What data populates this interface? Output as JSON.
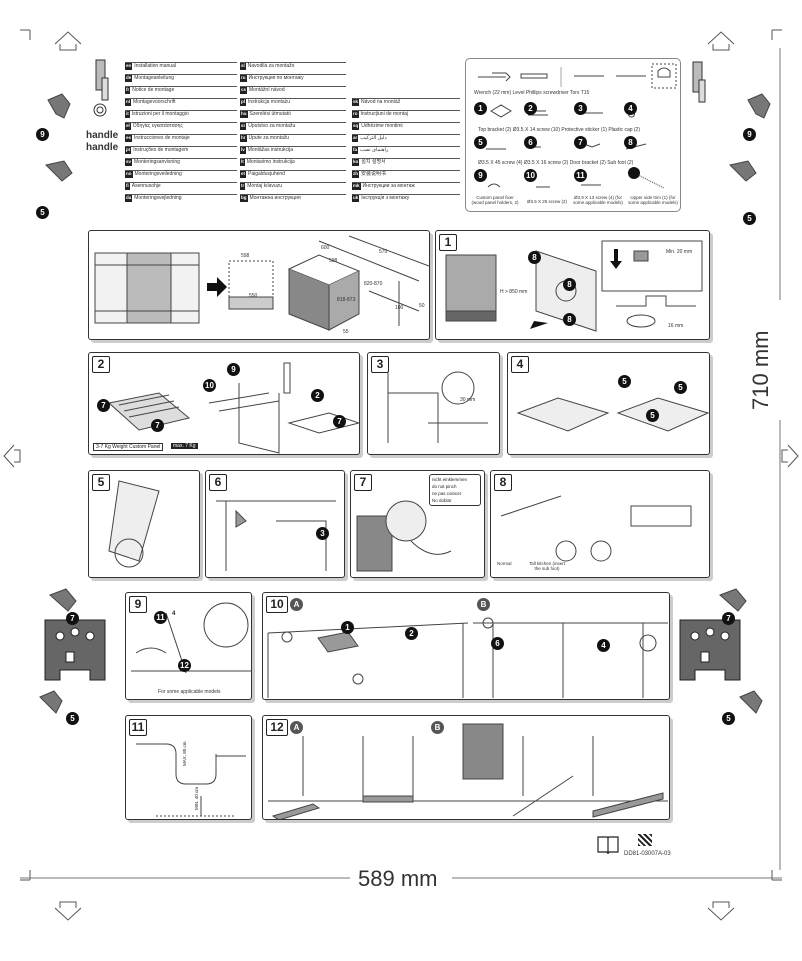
{
  "brand_label": "handlehandle",
  "languages": {
    "col1": [
      "Installation manual",
      "Montageanleitung",
      "Notice de montage",
      "Montagevoorschrift",
      "Istruzioni per il montaggio",
      "Οδηγίες εγκατάστασης",
      "Instrucciones de montaje",
      "Instruções de montagem",
      "Monteringsanvisning",
      "Monteringsveiledning",
      "Asennusohje",
      "Monteringsvejledning"
    ],
    "col2": [
      "Navodila za montažo",
      "Инструкция по монтажу",
      "Montážní návod",
      "Instrukcja montażu",
      "Szerelési útmutató",
      "Uputstvo za montažu",
      "Upute za montažu",
      "Montāžas instrukcija",
      "Montavimo instrukcija",
      "Paigaldusjuhend",
      "Montaj kılavuzu",
      "Монтажна инструкция"
    ],
    "col3": [
      "Návod na montáž",
      "Instrucțiuni de montaj",
      "Udhëzime montimi",
      "دليل التركيب",
      "راهنمای نصب",
      "설치 설명서",
      "安装说明书",
      "Инструкции за монтаж",
      "Інструкція з монтажу"
    ]
  },
  "parts": {
    "tools_caption": "Wrench (22 mm) Level Phillips screwdriver Torx T15",
    "row1_caption": "Top bracket (2) Ø3.5 X 14 screw (10) Protective sticker (1) Plastic cap (2)",
    "row2_caption": "Ø3.5 X 45 screw (4) Ø3.5 X 16 screw (2) Door bracket (2) Sub foot (2)",
    "items": [
      {
        "num": "9",
        "label": "Custom panel fixer (wood panel holders, 2)"
      },
      {
        "num": "10",
        "label": "Ø3.5 X 25 screw (2)"
      },
      {
        "num": "11",
        "label": "Ø3.9 X 13 screw (4) (for some applicable models)"
      },
      {
        "num": "",
        "label": "Upper side trim (1) (for some applicable models)"
      }
    ],
    "numbers": [
      "1",
      "2",
      "3",
      "4",
      "5",
      "6",
      "7",
      "8"
    ]
  },
  "overview": {
    "dims": [
      "600",
      "570",
      "598",
      "820-870",
      "818-873",
      "100",
      "50",
      "55",
      "550",
      "598"
    ]
  },
  "step1": {
    "num": "1",
    "height_label": "H > 850 mm",
    "min_label": "Min. 20 mm",
    "wrench_label": "16 mm",
    "callout": "8"
  },
  "step2": {
    "num": "2",
    "weight_label": "3-7 Kg Weight Custom Panel",
    "max_label": "max. 7 Kg",
    "callouts": [
      "7",
      "9",
      "10",
      "2"
    ]
  },
  "step3": {
    "num": "3",
    "dim_label": "30 mm"
  },
  "step4": {
    "num": "4",
    "callouts": [
      "5",
      "5",
      "5"
    ]
  },
  "step5": {
    "num": "5"
  },
  "step6": {
    "num": "6",
    "callout": "3"
  },
  "step7": {
    "num": "7",
    "notes": [
      "nicht einklemmen",
      "do not pinch",
      "ne pas coincer",
      "No doblar"
    ]
  },
  "step8": {
    "num": "8",
    "captions": [
      "Normal",
      "Tall kitchen (insert the sub foot)"
    ]
  },
  "step9": {
    "num": "9",
    "caption": "For some applicable models",
    "callouts": [
      "11",
      "4",
      "12"
    ]
  },
  "step10": {
    "num": "10",
    "sub": [
      "A",
      "B"
    ],
    "callouts": [
      "1",
      "2",
      "6",
      "4"
    ]
  },
  "step11": {
    "num": "11",
    "dim_labels": [
      "MAX. 80 cm",
      "MIN. 40 cm"
    ]
  },
  "step12": {
    "num": "12",
    "sub": [
      "A",
      "B"
    ]
  },
  "dimension_height": "710 mm",
  "dimension_width": "589 mm",
  "doc_code": "DD81-03007A-03",
  "side_callouts": [
    "9",
    "5",
    "7",
    "5"
  ]
}
